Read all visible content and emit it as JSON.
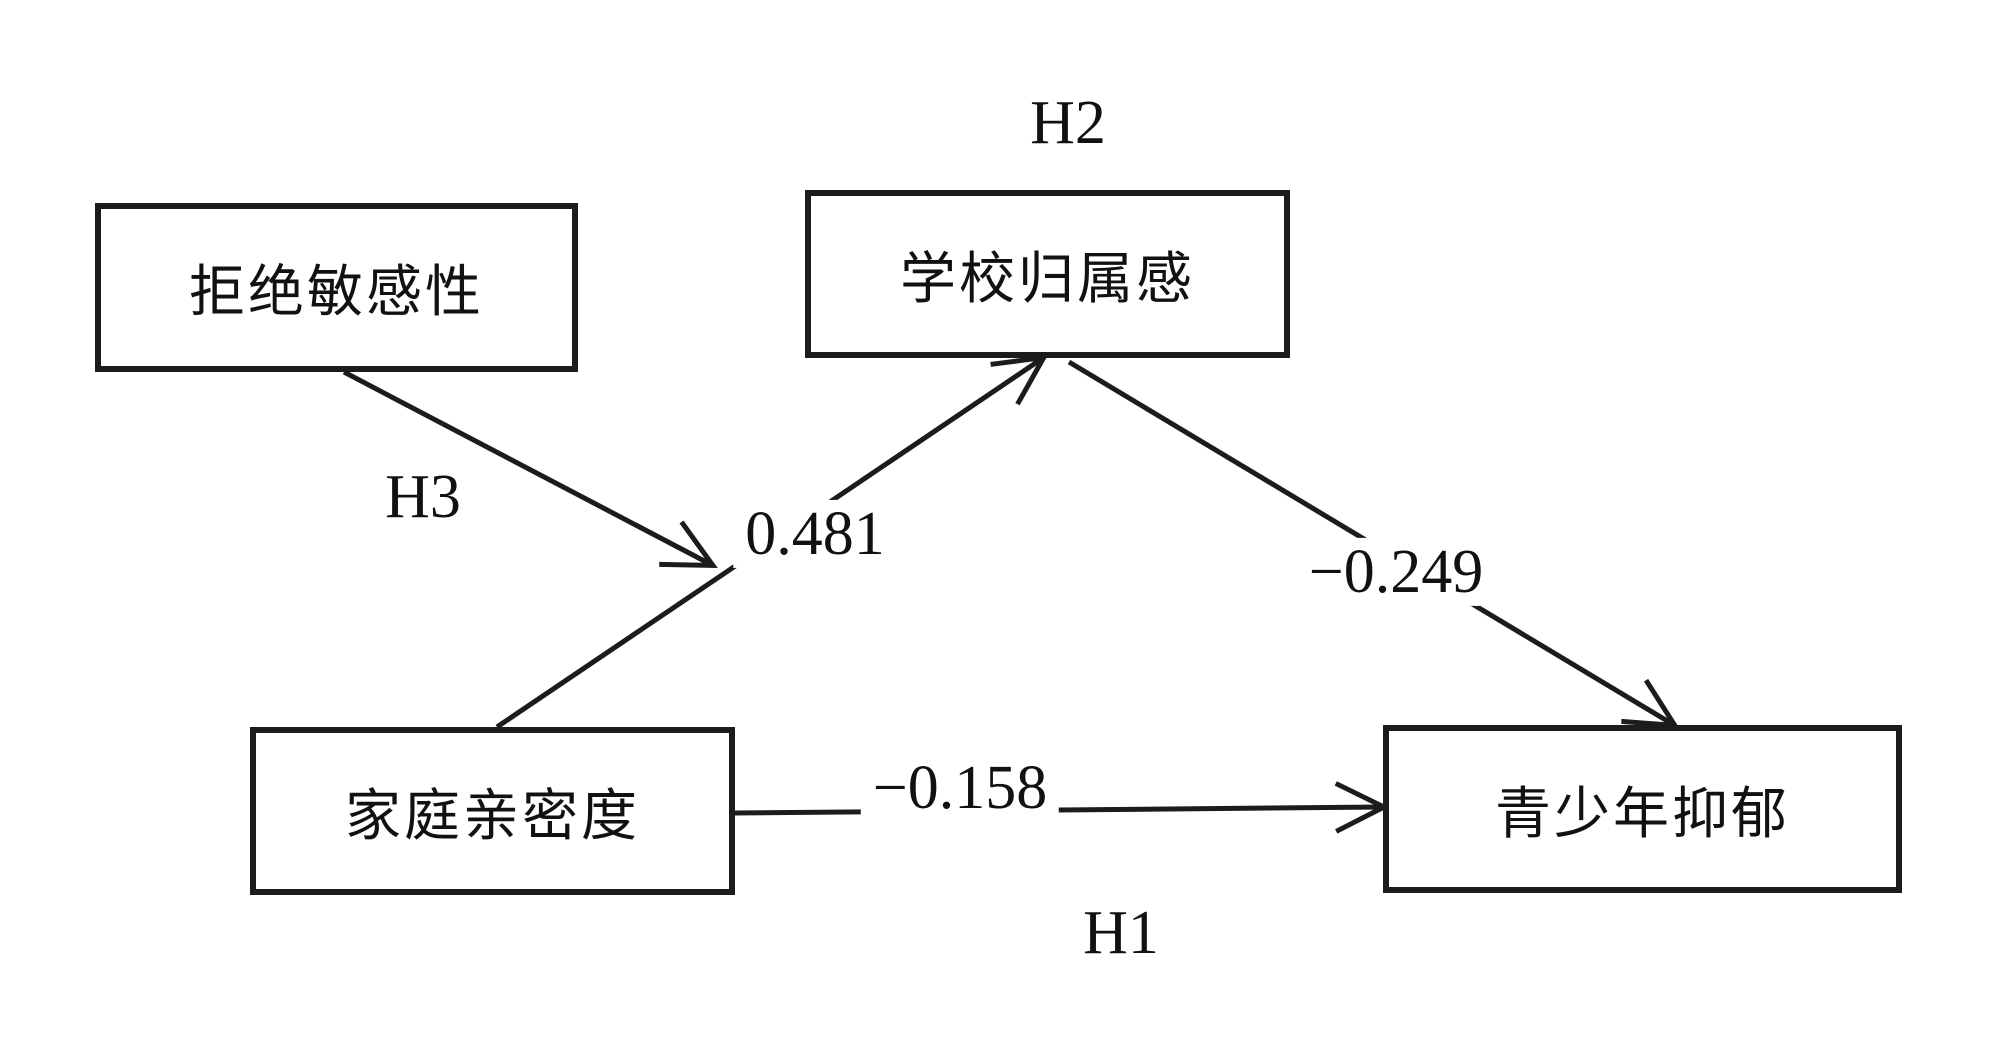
{
  "figure": {
    "type": "mediation-moderation-path-diagram",
    "background_color": "#ffffff",
    "line_color": "#1c1c1c",
    "text_color": "#111111"
  },
  "nodes": {
    "rejection": {
      "label": "拒绝敏感性"
    },
    "school": {
      "label": "学校归属感"
    },
    "family": {
      "label": "家庭亲密度"
    },
    "depression": {
      "label": "青少年抑郁"
    }
  },
  "hypotheses": {
    "h1": {
      "label": "H1"
    },
    "h2": {
      "label": "H2"
    },
    "h3": {
      "label": "H3"
    }
  },
  "coefficients": {
    "family_to_school": "0.481",
    "school_to_depression": "−0.249",
    "family_to_depression": "−0.158"
  },
  "edges": [
    {
      "from": "家庭亲密度",
      "to": "学校归属感",
      "coefficient": "0.481",
      "hypothesis": "H2"
    },
    {
      "from": "学校归属感",
      "to": "青少年抑郁",
      "coefficient": "−0.249",
      "hypothesis": "H2"
    },
    {
      "from": "家庭亲密度",
      "to": "青少年抑郁",
      "coefficient": "−0.158",
      "hypothesis": "H1"
    },
    {
      "from": "拒绝敏感性",
      "to": "家庭亲密度→学校归属感路径",
      "coefficient": "",
      "hypothesis": "H3"
    }
  ]
}
